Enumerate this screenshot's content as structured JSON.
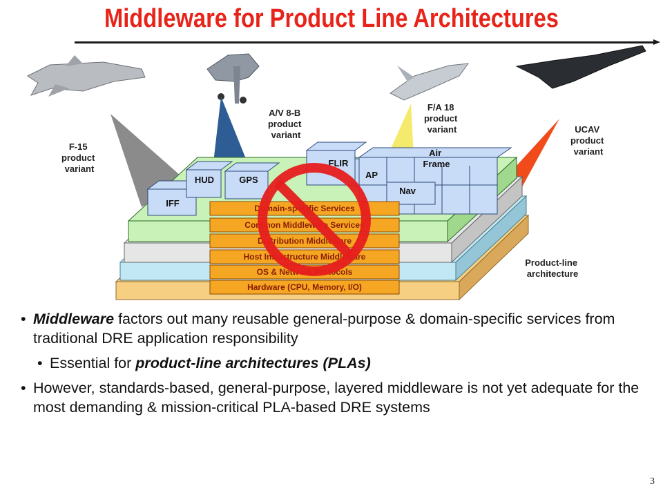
{
  "title": "Middleware for Product Line Architectures",
  "variants": {
    "f15": [
      "F-15",
      "product",
      "variant"
    ],
    "av8b": [
      "A/V 8-B",
      "product",
      "variant"
    ],
    "fa18": [
      "F/A 18",
      "product",
      "variant"
    ],
    "ucav": [
      "UCAV",
      "product",
      "variant"
    ]
  },
  "components": {
    "iff": "IFF",
    "hud": "HUD",
    "gps": "GPS",
    "flir": "FLIR",
    "ap": "AP",
    "nav": "Nav",
    "air_frame": [
      "Air",
      "Frame"
    ]
  },
  "layers": [
    "Domain-specific Services",
    "Common Middleware Services",
    "Distribution Middleware",
    "Host Infrastructure Middleware",
    "OS & Network Protocols",
    "Hardware (CPU, Memory, I/O)"
  ],
  "product_line_label": [
    "Product-line",
    "architecture"
  ],
  "bullets": {
    "b1_em": "Middleware",
    "b1_rest": " factors out many reusable general-purpose & domain-specific services from traditional DRE application responsibility",
    "b2_pre": "Essential for ",
    "b2_em": "product-line architectures (PLAs)",
    "b3": "However, standards-based, general-purpose, layered middleware is not yet adequate for the most demanding & mission-critical PLA-based DRE systems"
  },
  "page_number": "3",
  "colors": {
    "title": "#e8241a",
    "prohibition": "#e61e1e",
    "layer_fill": "#f5a623",
    "green_plane": "#c9f2b8",
    "blue_components": "#c8dcf8"
  }
}
